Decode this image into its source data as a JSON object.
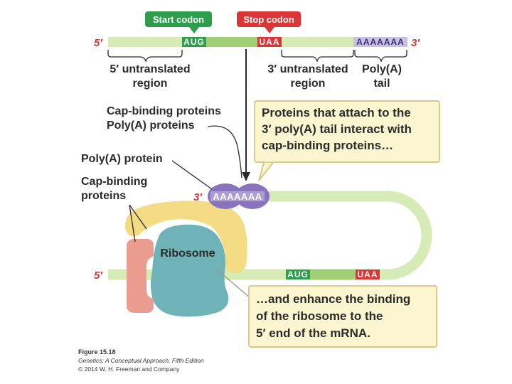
{
  "colors": {
    "mrna": "#d6ebb6",
    "codon_green": "#2e9e4e",
    "codon_red": "#d93737",
    "poly_a": "#a89bd1",
    "pab_protein": "#8a73bd",
    "cap_binding": "#f3dc83",
    "ribosome": "#6fb2b7",
    "cap": "#ea9c8e",
    "callout_fill": "#fbf6cf",
    "callout_stroke": "#d9c98a",
    "prime_red": "#d93737"
  },
  "top_strand": {
    "five_prime": "5′",
    "three_prime": "3′",
    "start_codon": "AUG",
    "stop_codon": "UAA",
    "poly_a": "AAAAAAA",
    "start_tag": "Start codon",
    "stop_tag": "Stop codon",
    "utr5_line1": "5′ untranslated",
    "utr5_line2": "region",
    "utr3_line1": "3′ untranslated",
    "utr3_line2": "region",
    "polya_line1": "Poly(A)",
    "polya_line2": "tail"
  },
  "loop": {
    "five_prime": "5′",
    "three_prime": "3′",
    "poly_a": "AAAAAAA",
    "start_codon": "AUG",
    "stop_codon": "UAA",
    "ribosome": "Ribosome"
  },
  "labels": {
    "cap_poly_line1": "Cap-binding proteins",
    "cap_poly_line2": "Poly(A) proteins",
    "polya_protein": "Poly(A) protein",
    "cap_binding_line1": "Cap-binding",
    "cap_binding_line2": "proteins"
  },
  "callout_top": {
    "line1": "Proteins that attach to the",
    "line2": "3′ poly(A) tail interact with",
    "line3": "cap-binding proteins…"
  },
  "callout_bottom": {
    "line1": "…and enhance the binding",
    "line2": "of the ribosome to the",
    "line3": "5′ end of the mRNA."
  },
  "figure_caption": {
    "figure": "Figure 15.18",
    "book": "Genetics: A Conceptual Approach, Fifth Edition",
    "copyright": "© 2014 W. H. Freeman and Company"
  }
}
